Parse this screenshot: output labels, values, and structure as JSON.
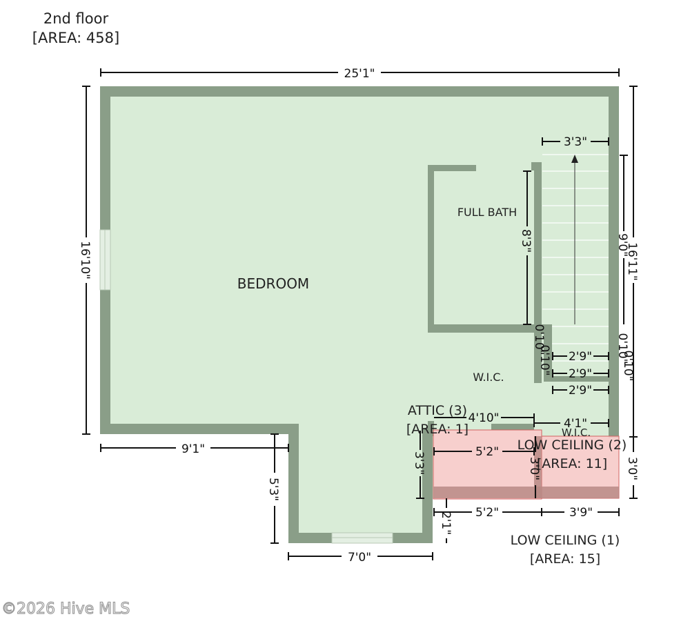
{
  "header": {
    "floor": "2nd floor",
    "area": "[AREA: 458]"
  },
  "rooms": {
    "bedroom": "BEDROOM",
    "full_bath": "FULL BATH",
    "wic_main": "W.I.C.",
    "wic_small": "W.I.C.",
    "attic_name": "ATTIC (3)",
    "attic_area": "[AREA: 1]",
    "low2_name": "LOW CEILING (2)",
    "low2_area": "[AREA: 11]",
    "low1_name": "LOW CEILING (1)",
    "low1_area": "[AREA: 15]"
  },
  "dimensions": {
    "top_width": "25'1\"",
    "left_height": "16'10\"",
    "right_height": "16'11\"",
    "stair_width": "3'3\"",
    "stair_run": "9'0\"",
    "bath_height": "8'3\"",
    "bottom_left": "9'1\"",
    "notch_depth": "5'3\"",
    "bottom_notch": "7'0\"",
    "wic_width": "4'10\"",
    "wic_right": "4'1\"",
    "attic_height": "3'3\"",
    "low2_width": "5'2\"",
    "low2_height": "3'0\"",
    "right_low_height": "3'0\"",
    "bottom_left_low": "5'2\"",
    "bottom_right_low": "3'9\"",
    "small_gap": "2'1\"",
    "landing_a": "2'9\"",
    "landing_b": "2'9\"",
    "landing_c": "2'9\"",
    "vert_a": "0'10\"",
    "vert_b": "0'10\"",
    "vert_c": "0'10\"",
    "vert_d": "0'10\""
  },
  "watermark": "©2026 Hive MLS",
  "colors": {
    "wall": "#8a9e88",
    "floor": "#d9ecd7",
    "low_ceiling": "#f9cccc",
    "low_ceiling_edge": "#d06060"
  }
}
